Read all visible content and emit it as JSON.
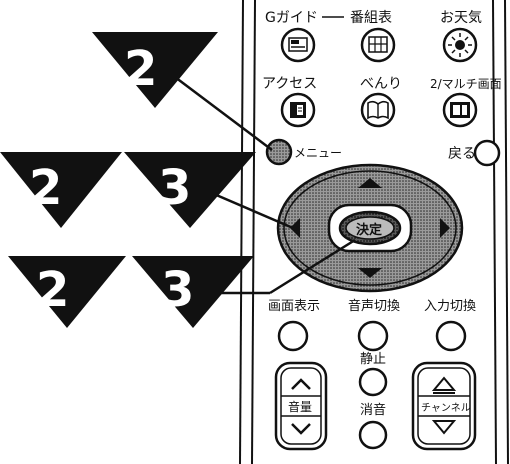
{
  "top_labels": {
    "g_guide": "Gガイド",
    "bangumihyo": "番組表",
    "otenki": "お天気",
    "access": "アクセス",
    "benri": "べんり",
    "multi": "2/マルチ画面"
  },
  "menu_label": "メニュー",
  "modoru_label": "戻る",
  "kettei_label": "決定",
  "row_labels": {
    "gamen_hyoji": "画面表示",
    "onsei_kirikae": "音声切換",
    "nyuryoku_kirikae": "入力切換"
  },
  "seishi_label": "静止",
  "shoon_label": "消音",
  "onryo_label": "音量",
  "channel_label": "チャンネル",
  "step_badges": [
    {
      "number": "2"
    },
    {
      "number": "2"
    },
    {
      "number": "3"
    },
    {
      "number": "2"
    },
    {
      "number": "3"
    }
  ],
  "colors": {
    "ink": "#111111",
    "paper": "#ffffff",
    "shade": "#8a8a8a"
  }
}
